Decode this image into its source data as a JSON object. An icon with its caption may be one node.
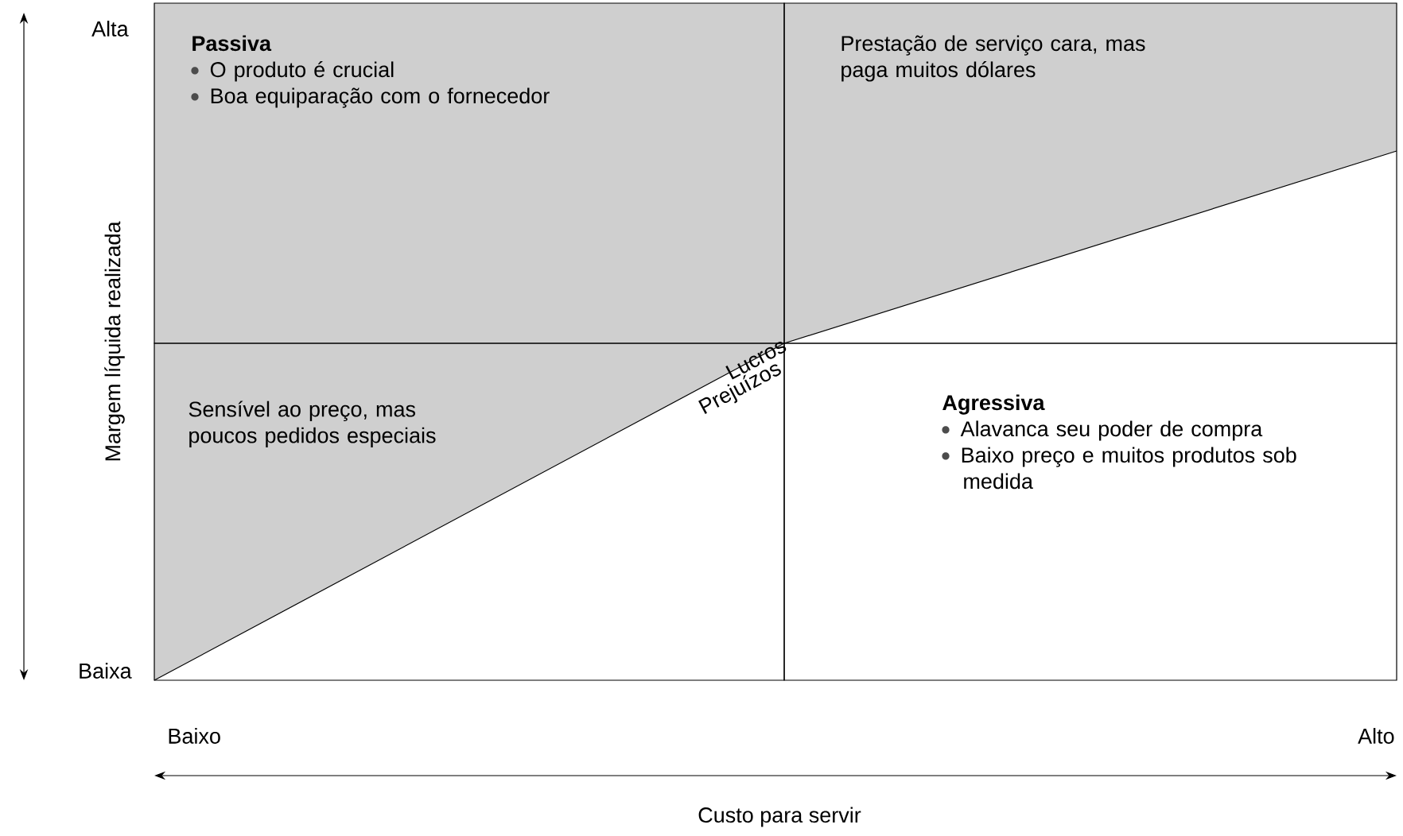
{
  "diagram": {
    "nodes": [
      {
        "text": [
          "Passiva",
          "O produto é crucial",
          "Boa equiparação com o fornecedor"
        ]
      },
      {
        "text": [
          "Prestação de serviço cara, mas paga muitos dólares"
        ]
      },
      {
        "text": [
          "Sensível ao preço, mas poucos pedidos especiais"
        ]
      },
      {
        "text": [
          "Agressiva",
          "Alavanca seu poder de compra",
          "Baixo preço e muitos produtos sob medida"
        ]
      }
    ],
    "labels": [
      "Alta",
      "Baixa",
      "Margem líquida realizada",
      "Lucros",
      "Prejuízos",
      "Baixo",
      "Alto",
      "Custo para servir"
    ]
  }
}
